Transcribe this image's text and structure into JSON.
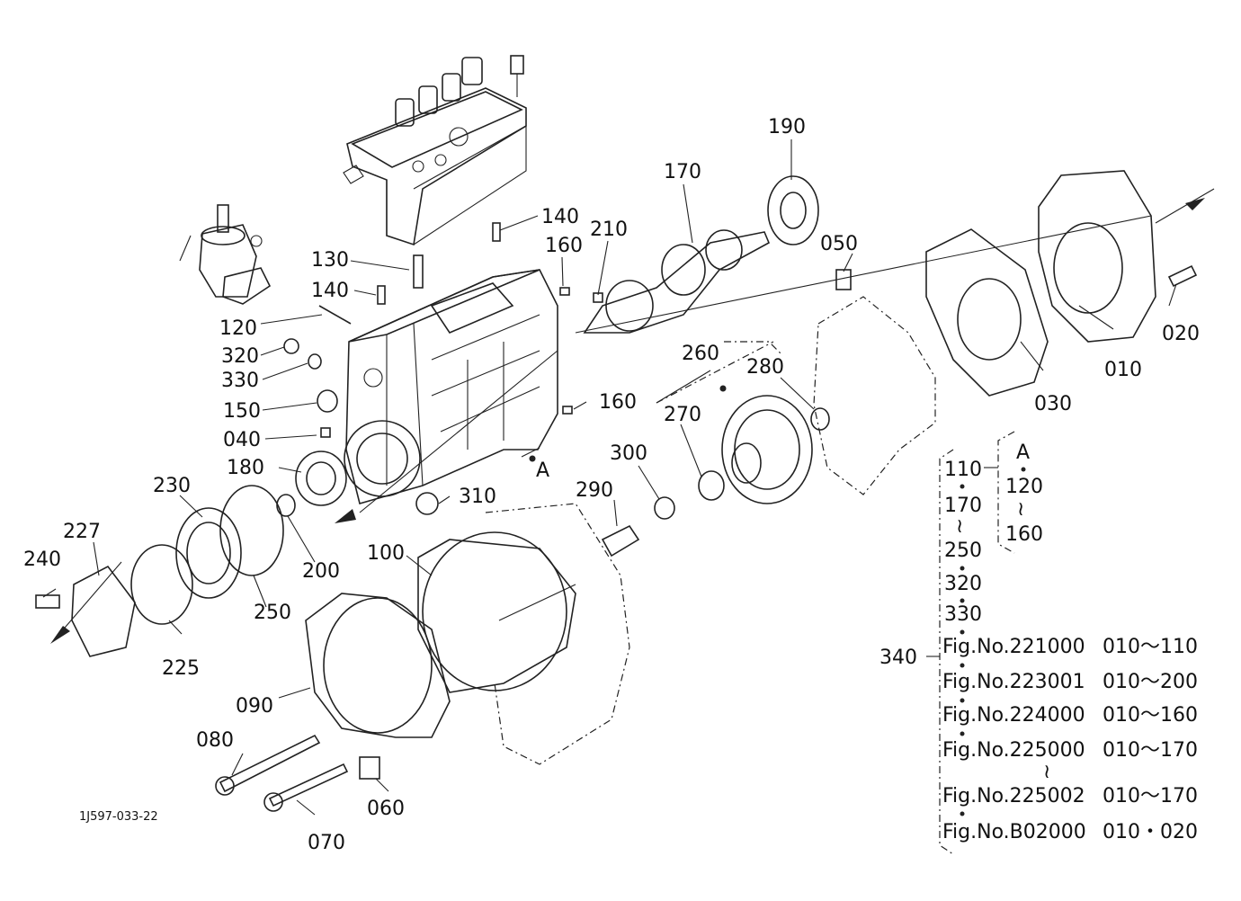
{
  "diagram_code": "1J597-033-22",
  "callouts": [
    {
      "id": "p010",
      "text": "010"
    },
    {
      "id": "p020",
      "text": "020"
    },
    {
      "id": "p030",
      "text": "030"
    },
    {
      "id": "p040",
      "text": "040"
    },
    {
      "id": "p050",
      "text": "050"
    },
    {
      "id": "p060",
      "text": "060"
    },
    {
      "id": "p070",
      "text": "070"
    },
    {
      "id": "p080",
      "text": "080"
    },
    {
      "id": "p090",
      "text": "090"
    },
    {
      "id": "p100",
      "text": "100"
    },
    {
      "id": "p120",
      "text": "120"
    },
    {
      "id": "p130",
      "text": "130"
    },
    {
      "id": "p140a",
      "text": "140"
    },
    {
      "id": "p140b",
      "text": "140"
    },
    {
      "id": "p150",
      "text": "150"
    },
    {
      "id": "p160a",
      "text": "160"
    },
    {
      "id": "p160b",
      "text": "160"
    },
    {
      "id": "p170",
      "text": "170"
    },
    {
      "id": "p180",
      "text": "180"
    },
    {
      "id": "p190",
      "text": "190"
    },
    {
      "id": "p200",
      "text": "200"
    },
    {
      "id": "p210",
      "text": "210"
    },
    {
      "id": "p225",
      "text": "225"
    },
    {
      "id": "p227",
      "text": "227"
    },
    {
      "id": "p230",
      "text": "230"
    },
    {
      "id": "p240",
      "text": "240"
    },
    {
      "id": "p250",
      "text": "250"
    },
    {
      "id": "p260",
      "text": "260"
    },
    {
      "id": "p270",
      "text": "270"
    },
    {
      "id": "p280",
      "text": "280"
    },
    {
      "id": "p290",
      "text": "290"
    },
    {
      "id": "p300",
      "text": "300"
    },
    {
      "id": "p310",
      "text": "310"
    },
    {
      "id": "p320",
      "text": "320"
    },
    {
      "id": "p330",
      "text": "330"
    },
    {
      "id": "pA",
      "text": "A"
    }
  ],
  "kit": {
    "label": "340",
    "items": [
      "110",
      "170",
      "250",
      "320",
      "330"
    ],
    "sub_group": {
      "items": [
        "A",
        "120",
        "160"
      ]
    },
    "figures": [
      {
        "fig": "Fig.No.221000",
        "range": "010～110"
      },
      {
        "fig": "Fig.No.223001",
        "range": "010～200"
      },
      {
        "fig": "Fig.No.224000",
        "range": "010～160"
      },
      {
        "fig": "Fig.No.225000",
        "range": "010～170"
      },
      {
        "fig": "Fig.No.225002",
        "range": "010～170"
      },
      {
        "fig": "Fig.No.B02000",
        "range": "010・020"
      }
    ]
  }
}
